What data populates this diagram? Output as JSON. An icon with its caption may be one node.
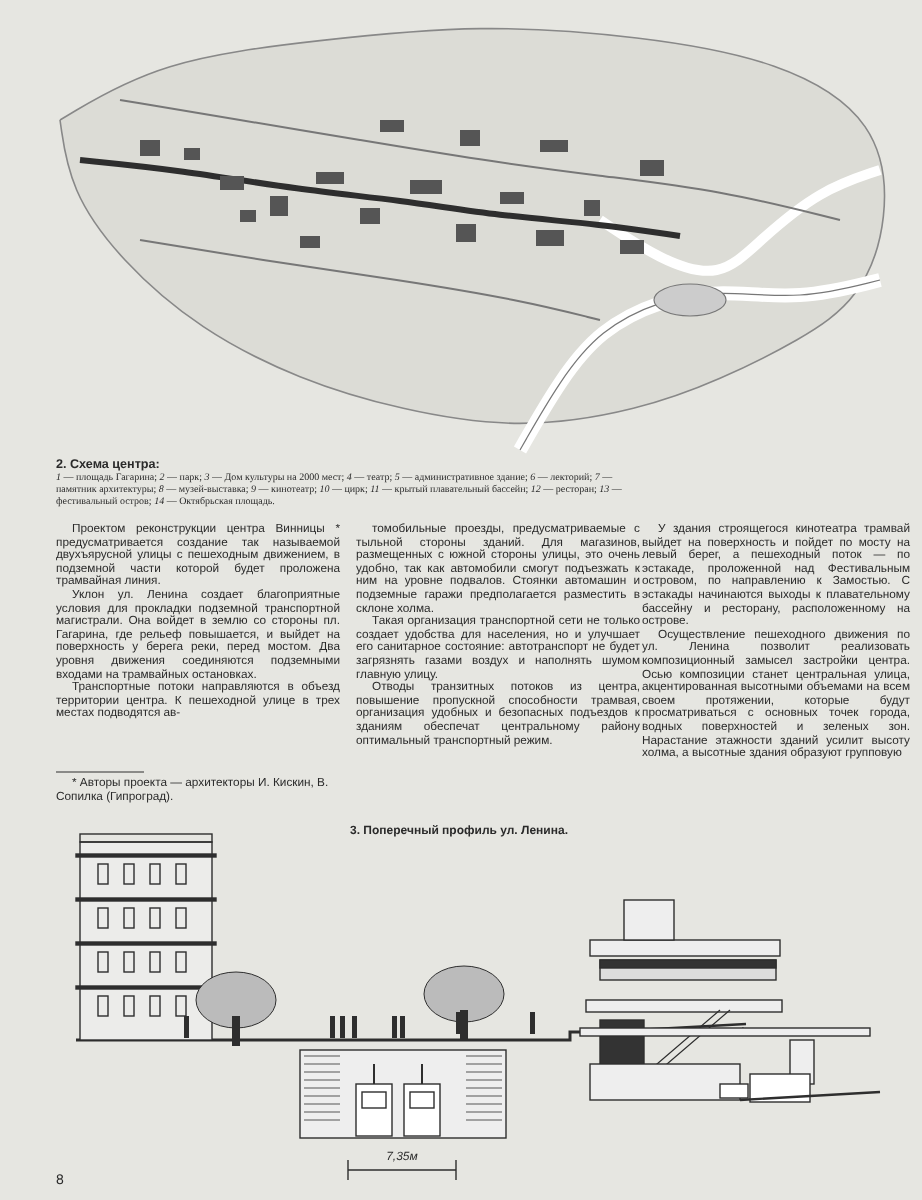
{
  "diagram": {
    "labels": [
      "2. Схема центра:",
      "*1* — площадь Гагарина; *2* — парк; *3* — Дом культуры на 2000 мест; *4* — театр; *5* — административное здание; *6* — лекторий; *7* — памятник архитектуры; *8* — музей-выставка; *9* — кинотеатр; *10* — цирк; *11* — крытый плавательный бассейн; *12* — ресторан; *13* — фестивальный остров; *14* — Октябрьская площадь.",
      "Проектом реконструкции центра Винницы * предусматривается создание так называемой двухъярусной улицы с пешеходным движением, в подземной части которой будет проложена трамвайная линия.",
      "Уклон ул. Ленина создает благоприятные условия для прокладки подземной транспортной магистрали. Она войдет в землю со стороны пл. Гагарина, где рельеф повышается, и выйдет на поверхность у берега реки, перед мостом. Два уровня движения соединяются подземными входами на трамвайных остановках.",
      "Транспортные потоки направляются в объезд территории центра. К пешеходной улице в трех местах подводятся ав-",
      "* Авторы проекта — архитекторы И. Кискин, В. Сопилка (Гипроград).",
      "томобильные проезды, предусматриваемые с тыльной стороны зданий. Для магазинов, размещенных с южной стороны улицы, это очень удобно, так как автомобили смогут подъезжать к ним на уровне подвалов. Стоянки автомашин и подземные гаражи предполагается разместить в склоне холма.",
      "Такая организация транспортной сети не только создает удобства для населения, но и улучшает его санитарное состояние: автотранспорт не будет загрязнять газами воздух и наполнять шумом главную улицу.",
      "Отводы транзитных потоков из центра, повышение пропускной способности трамвая, организация удобных и безопасных подъездов к зданиям обеспечат центральному району оптимальный транспортный режим.",
      "У здания строящегося кинотеатра трамвай выйдет на поверхность и пойдет по мосту на левый берег, а пешеходный поток — по эстакаде, проложенной над Фестивальным островом, по направлению к Замостью. С эстакады начинаются выходы к плавательному бассейну и ресторану, расположенному на острове.",
      "Осуществление пешеходного движения по ул. Ленина позволит реализовать композиционный замысел застройки центра. Осью композиции станет центральная улица, акцентированная высотными объемами на всем своем протяжении, которые будут просматриваться с основных точек города, водных поверхностей и зеленых зон. Нарастание этажности зданий усилит высоту холма, а высотные здания образуют групповую",
      "3. Поперечный профиль ул. Ленина.",
      "7,35м",
      "8"
    ]
  }
}
